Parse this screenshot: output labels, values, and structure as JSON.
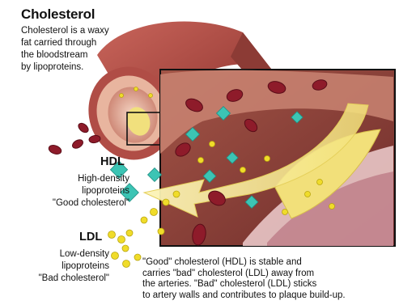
{
  "title": "Cholesterol",
  "description": [
    "Cholesterol is a waxy",
    "fat carried through",
    "the bloodstream",
    "by lipoproteins."
  ],
  "hdl": {
    "heading": "HDL",
    "lines": [
      "High-density",
      "lipoproteins",
      "\"Good cholesterol\""
    ]
  },
  "ldl": {
    "heading": "LDL",
    "lines": [
      "Low-density",
      "lipoproteins",
      "\"Bad cholesterol\""
    ]
  },
  "note": [
    "\"Good\" cholesterol (HDL) is stable and",
    "carries \"bad\" cholesterol (LDL) away from",
    "the arteries. \"Bad\" cholesterol (LDL) sticks",
    "to artery walls and contributes to plaque build-up."
  ],
  "colors": {
    "artery_outer": "#b5504b",
    "artery_inner": "#d98a7c",
    "plaque": "#f2e07a",
    "blood_cell": "#8e1b2a",
    "hdl_particle": "#3cc4b4",
    "ldl_particle": "#f0dc2a",
    "arrow": "#f3e793"
  },
  "icons": [
    "artery-tube",
    "magnification-box",
    "hdl-particle",
    "ldl-particle",
    "red-blood-cell",
    "flow-arrow"
  ]
}
